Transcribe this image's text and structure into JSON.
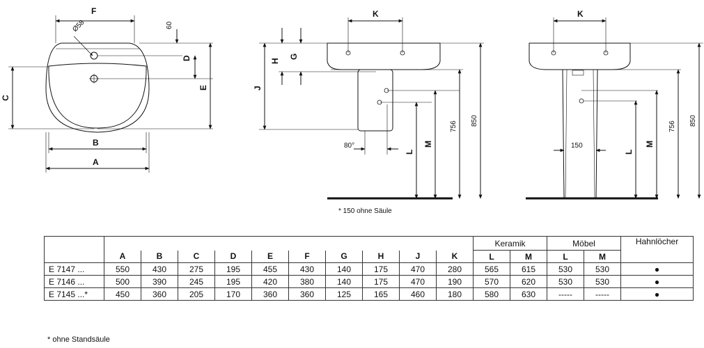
{
  "top_view": {
    "labels": {
      "F": "F",
      "D58": "Ø58",
      "v60": "60",
      "D": "D",
      "E": "E",
      "C": "C",
      "B": "B",
      "A": "A"
    }
  },
  "side_view": {
    "labels": {
      "K": "K",
      "H": "H",
      "G": "G",
      "J": "J",
      "angle": "80°",
      "L": "L",
      "M": "M",
      "v756": "756",
      "v850": "850"
    },
    "footnote": "* 150 ohne Säule"
  },
  "front_view": {
    "labels": {
      "K": "K",
      "w150": "150",
      "L": "L",
      "M": "M",
      "v756": "756",
      "v850": "850"
    }
  },
  "table": {
    "group_keramik": "Keramik",
    "group_moebel": "Möbel",
    "group_hahn": "Hahnlöcher",
    "columns": [
      "A",
      "B",
      "C",
      "D",
      "E",
      "F",
      "G",
      "H",
      "J",
      "K",
      "L",
      "M",
      "L",
      "M"
    ],
    "rows": [
      {
        "model": "E 7147 ...",
        "values": [
          "550",
          "430",
          "275",
          "195",
          "455",
          "430",
          "140",
          "175",
          "470",
          "280",
          "565",
          "615",
          "530",
          "530"
        ],
        "hole": "●"
      },
      {
        "model": "E 7146 ...",
        "values": [
          "500",
          "390",
          "245",
          "195",
          "420",
          "380",
          "140",
          "175",
          "470",
          "190",
          "570",
          "620",
          "530",
          "530"
        ],
        "hole": "●"
      },
      {
        "model": "E 7145 ...*",
        "values": [
          "450",
          "360",
          "205",
          "170",
          "360",
          "360",
          "125",
          "165",
          "460",
          "180",
          "580",
          "630",
          "-----",
          "-----"
        ],
        "hole": "●"
      }
    ],
    "footnote": "* ohne Standsäule"
  }
}
